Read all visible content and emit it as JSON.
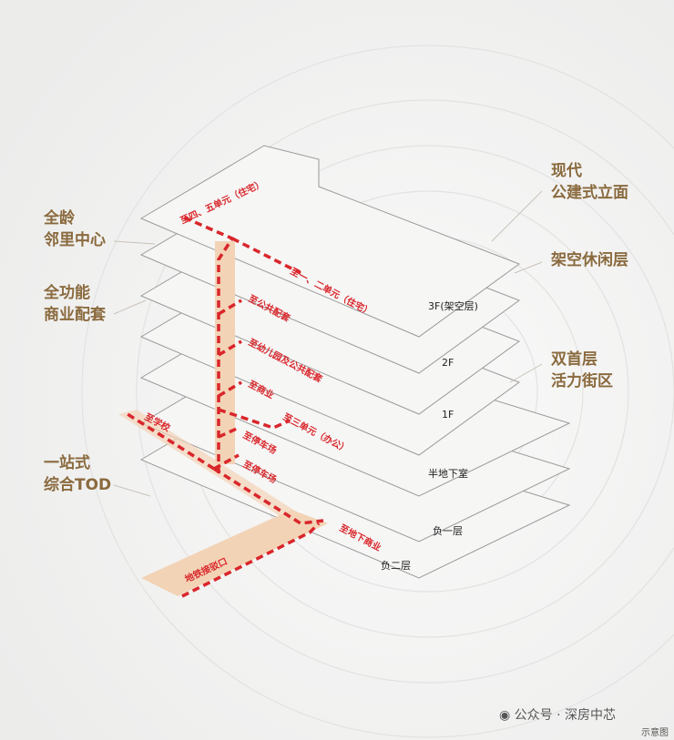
{
  "left_labels": [
    [
      "全龄",
      "邻里中心"
    ],
    [
      "全功能",
      "商业配套"
    ],
    [
      "一站式",
      "综合TOD"
    ]
  ],
  "right_labels": [
    [
      "现代",
      "公建式立面"
    ],
    [
      "架空休闲层"
    ],
    [
      "双首层",
      "活力街区"
    ]
  ],
  "floors": [
    "3F(架空层)",
    "2F",
    "1F",
    "半地下室",
    "负一层",
    "负二层"
  ],
  "routes": {
    "r1": "至四、五单元（住宅）",
    "r2": "至一、二单元（住宅）",
    "r3": "至公共配套",
    "r4": "至幼儿园及公共配套",
    "r5": "至商业",
    "r6": "至三单元（办公）",
    "r7": "至停车场",
    "r8": "至停车场",
    "r9": "至学校",
    "r10": "至地下商业",
    "r11": "地铁接驳口"
  },
  "watermark": "公众号 · 深房中芯",
  "note": "示意图",
  "colors": {
    "label": "#8a6a3e",
    "route": "#d9262b",
    "core": "#f3d3b6"
  }
}
